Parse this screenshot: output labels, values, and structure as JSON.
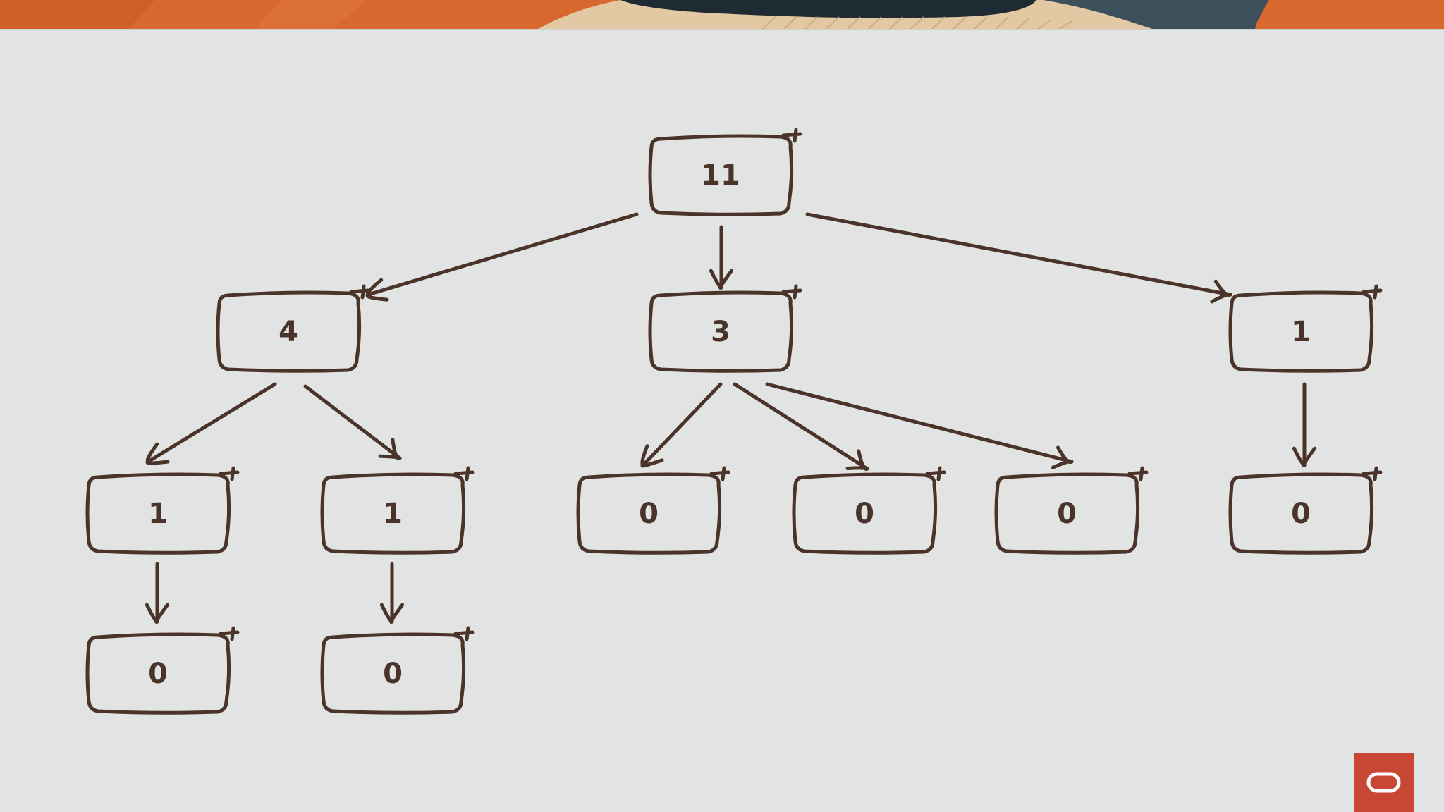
{
  "colors": {
    "background": "#e2e3e3",
    "ink": "#4a3429",
    "banner_orange": "#d9682f",
    "banner_dark": "#1f2b33",
    "banner_slate": "#3c505c",
    "banner_sand": "#e2c9a3",
    "logo_red": "#c74634"
  },
  "diagram": {
    "nodes": [
      {
        "id": "n0",
        "label": "11"
      },
      {
        "id": "n1",
        "label": "4"
      },
      {
        "id": "n2",
        "label": "3"
      },
      {
        "id": "n3",
        "label": "1"
      },
      {
        "id": "n4",
        "label": "1"
      },
      {
        "id": "n5",
        "label": "1"
      },
      {
        "id": "n6",
        "label": "0"
      },
      {
        "id": "n7",
        "label": "0"
      },
      {
        "id": "n8",
        "label": "0"
      },
      {
        "id": "n9",
        "label": "0"
      },
      {
        "id": "n10",
        "label": "0"
      },
      {
        "id": "n11",
        "label": "0"
      }
    ],
    "edges": [
      [
        "n0",
        "n1"
      ],
      [
        "n0",
        "n2"
      ],
      [
        "n0",
        "n3"
      ],
      [
        "n1",
        "n4"
      ],
      [
        "n1",
        "n5"
      ],
      [
        "n2",
        "n6"
      ],
      [
        "n2",
        "n7"
      ],
      [
        "n2",
        "n8"
      ],
      [
        "n3",
        "n9"
      ],
      [
        "n4",
        "n10"
      ],
      [
        "n5",
        "n11"
      ]
    ]
  },
  "logo": {
    "icon": "oracle-logo-icon"
  }
}
